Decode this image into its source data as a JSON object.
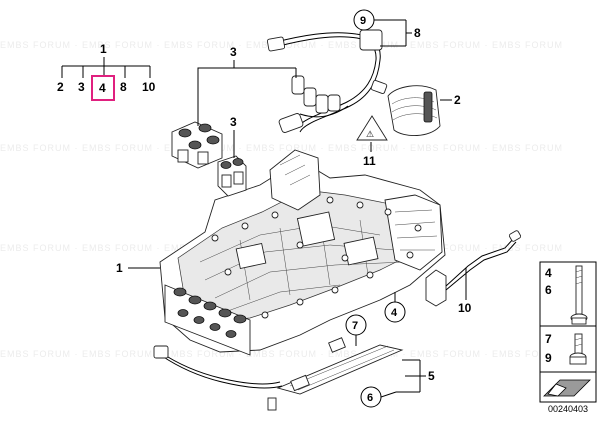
{
  "diagram_id": "00240403",
  "index_tree": {
    "root": "1",
    "children": [
      "2",
      "3",
      "4",
      "8",
      "10"
    ],
    "highlighted": "4",
    "highlight_color": "#e0207f"
  },
  "callouts": {
    "c1": "1",
    "c2": "2",
    "c3_top": "3",
    "c3_mid": "3",
    "c4": "4",
    "c5": "5",
    "c6": "6",
    "c7": "7",
    "c8": "8",
    "c9": "9",
    "c10": "10",
    "c11": "11"
  },
  "side_panel": {
    "a_top": "4",
    "a_bottom": "6",
    "b_top": "7",
    "b_bottom": "9"
  }
}
